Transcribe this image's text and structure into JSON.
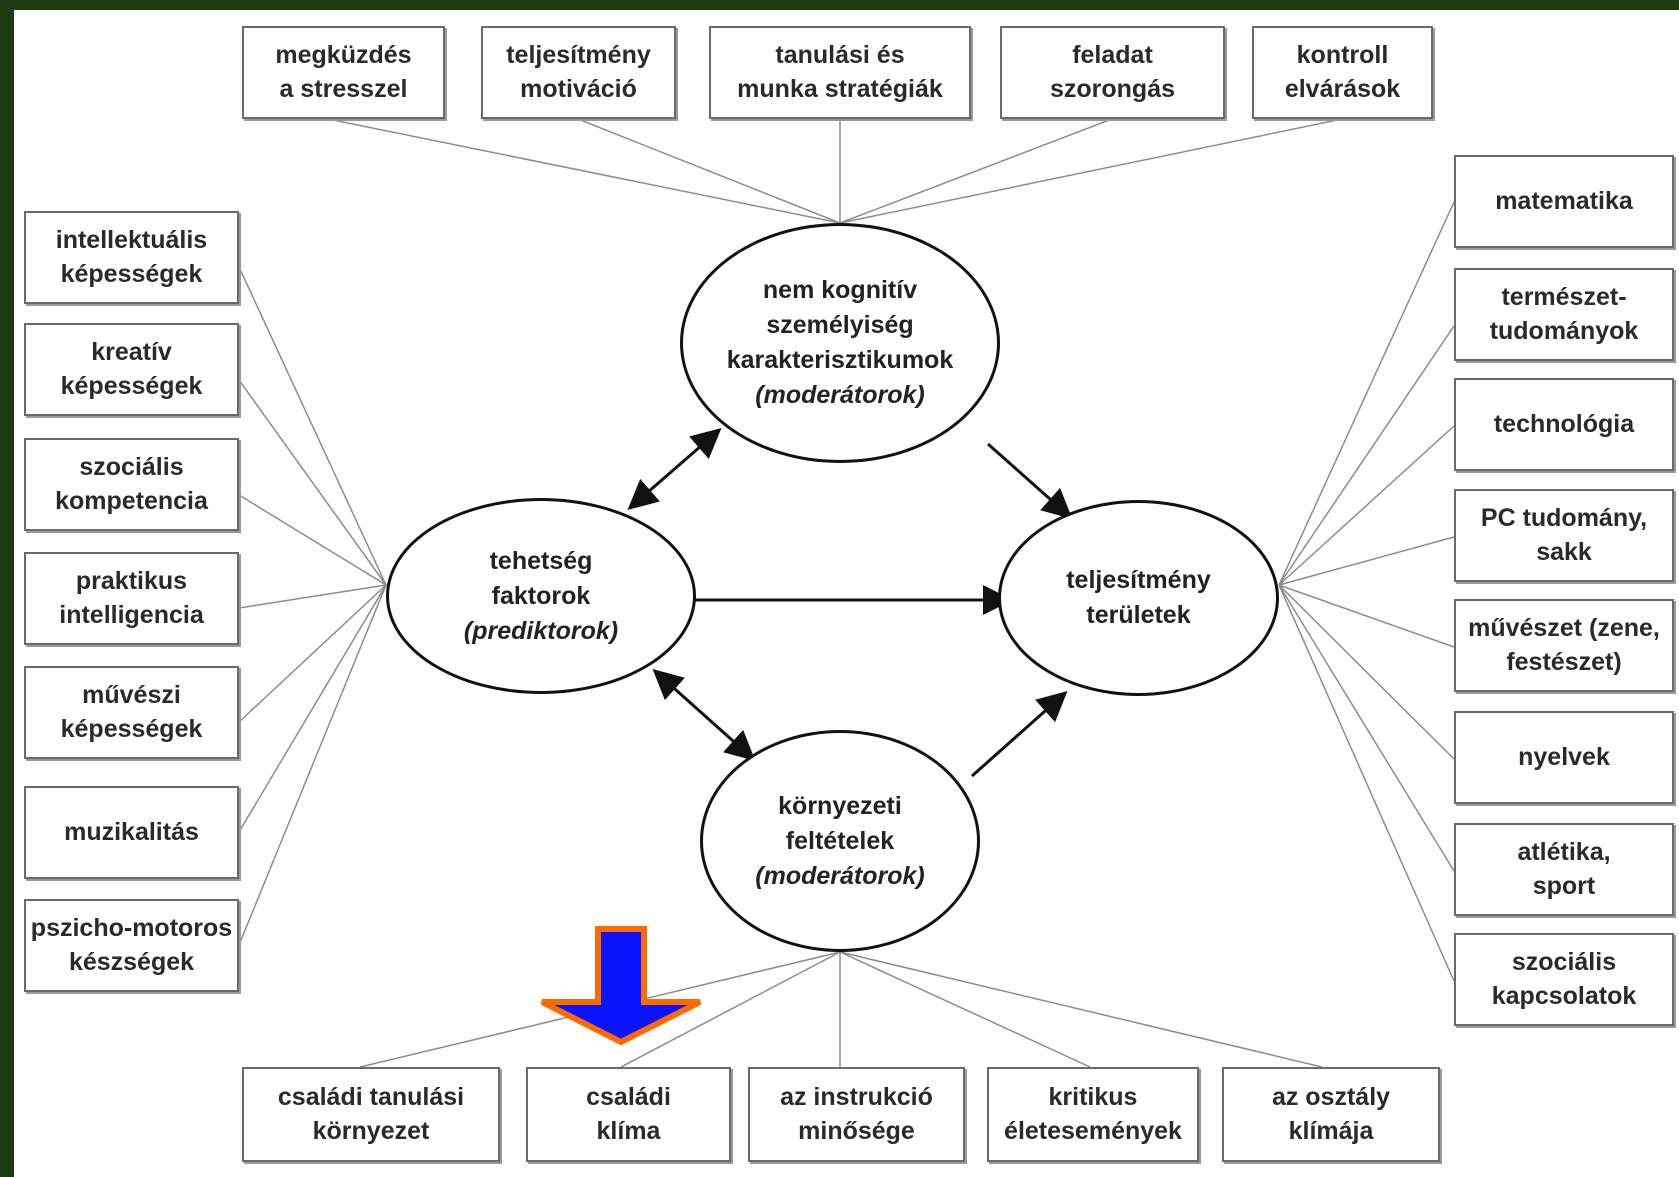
{
  "diagram": {
    "center": {
      "talent": {
        "lines": [
          "tehetség",
          "faktorok"
        ],
        "sub": "(prediktorok)"
      },
      "noncog": {
        "lines": [
          "nem kognitív",
          "személyiség",
          "karakterisztikumok"
        ],
        "sub": "(moderátorok)"
      },
      "env": {
        "lines": [
          "környezeti",
          "feltételek"
        ],
        "sub": "(moderátorok)"
      },
      "perf": {
        "lines": [
          "teljesítmény",
          "területek"
        ],
        "sub": ""
      }
    },
    "top": [
      "megküzdés\na stresszel",
      "teljesítmény\nmotiváció",
      "tanulási és\nmunka stratégiák",
      "feladat\nszorongás",
      "kontroll\nelvárások"
    ],
    "left": [
      "intellektuális\nképességek",
      "kreatív\nképességek",
      "szociális\nkompetencia",
      "praktikus\nintelligencia",
      "művészi\nképességek",
      "muzikalitás",
      "pszicho-motoros\nkészségek"
    ],
    "right": [
      "matematika",
      "természet-\ntudományok",
      "technológia",
      "PC tudomány,\nsakk",
      "művészet (zene,\nfestészet)",
      "nyelvek",
      "atlétika,\nsport",
      "szociális\nkapcsolatok"
    ],
    "bottom": [
      "családi tanulási\nkörnyezet",
      "családi\nklíma",
      "az instrukció\nminősége",
      "kritikus\néletesemények",
      "az osztály\nklímája"
    ]
  },
  "colors": {
    "background": "#1d3a12",
    "highlight_arrow_fill": "#0a14ff",
    "highlight_arrow_outline": "#ff6a00"
  }
}
